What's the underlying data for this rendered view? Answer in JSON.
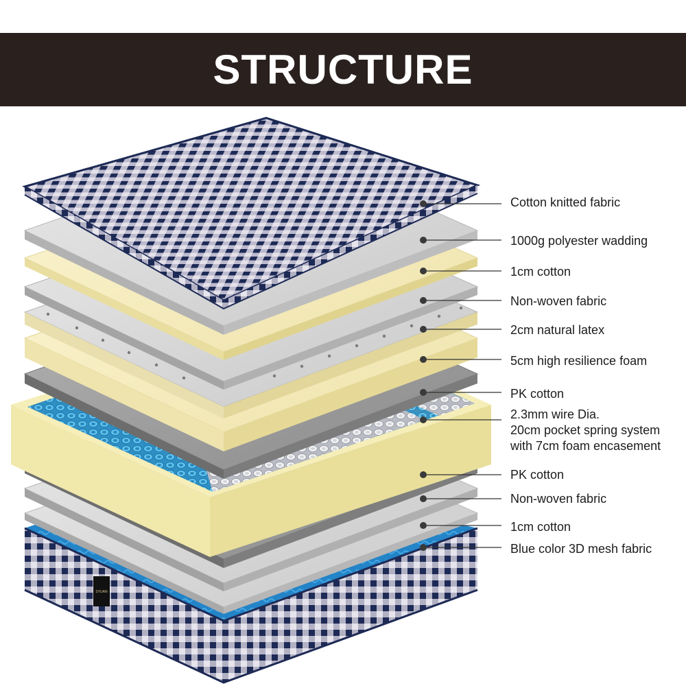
{
  "title": "STRUCTURE",
  "brand_label": "SYUAN",
  "layers": [
    {
      "label": "Cotton knitted fabric"
    },
    {
      "label": "1000g polyester wadding"
    },
    {
      "label": "1cm cotton"
    },
    {
      "label": "Non-woven fabric"
    },
    {
      "label": "2cm natural latex"
    },
    {
      "label": "5cm high resilience foam"
    },
    {
      "label": "PK cotton"
    },
    {
      "label": "2.3mm wire Dia.\n20cm pocket spring system\nwith 7cm foam encasement"
    },
    {
      "label": "PK cotton"
    },
    {
      "label": "Non-woven fabric"
    },
    {
      "label": "1cm cotton"
    },
    {
      "label": "Blue color 3D mesh fabric"
    }
  ],
  "colors": {
    "title_bar": "#2a211f",
    "checker_dark": "#1d2a55",
    "spring_blue": "#3aa6d8",
    "mesh_blue": "#1f7ec4",
    "foam_cream": "#f3ecc2",
    "grey_layer": "#8d8d8d"
  }
}
